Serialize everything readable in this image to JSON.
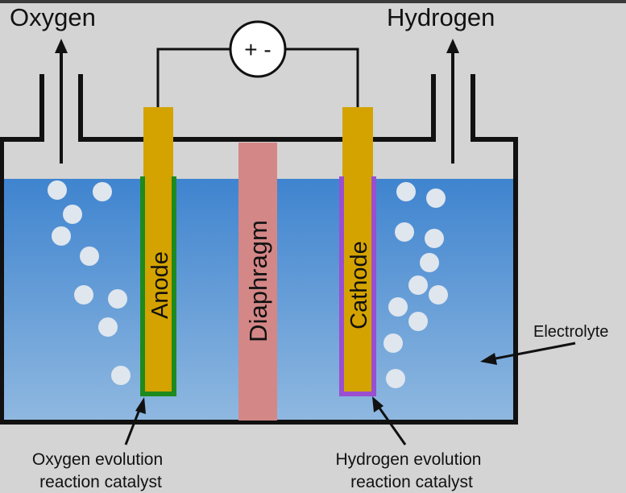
{
  "labels": {
    "oxygen": "Oxygen",
    "hydrogen": "Hydrogen",
    "power_source": "+ -",
    "anode": "Anode",
    "cathode": "Cathode",
    "diaphragm": "Diaphragm",
    "electrolyte": "Electrolyte",
    "oxygen_catalyst_line1": "Oxygen evolution",
    "oxygen_catalyst_line2": "reaction catalyst",
    "hydrogen_catalyst_line1": "Hydrogen evolution",
    "hydrogen_catalyst_line2": "reaction catalyst"
  },
  "colors": {
    "background": "#d4d4d4",
    "electrolyte_top": "#3f84cf",
    "electrolyte_bottom": "#8fb8e0",
    "electrode": "#d4a300",
    "diaphragm": "#d48787",
    "anode_catalyst": "#1e8a1e",
    "cathode_catalyst": "#9a4fd0",
    "bubble": "#dfe6ee",
    "outline": "#111111"
  },
  "icons": [
    "arrow-up-icon",
    "arrow-up-icon",
    "power-source-icon",
    "pointer-arrow-icon"
  ]
}
